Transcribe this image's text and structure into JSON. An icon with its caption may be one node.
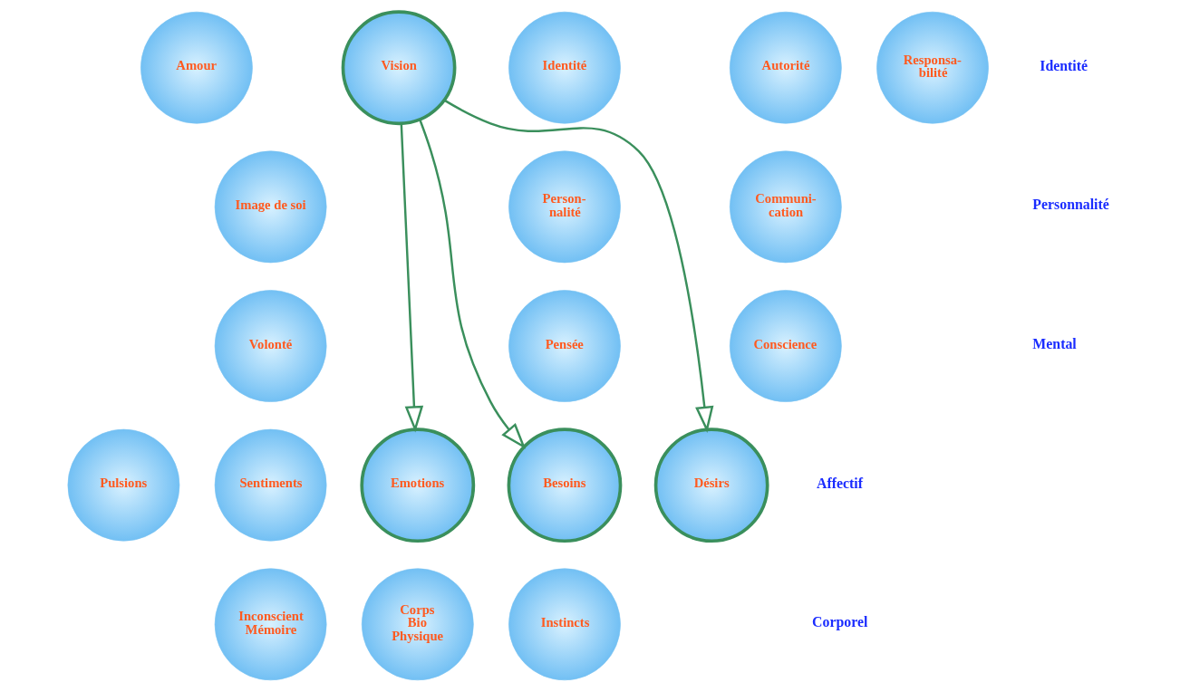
{
  "diagram": {
    "nodes": [
      {
        "text": [
          "Amour"
        ]
      },
      {
        "text": [
          "Vision"
        ]
      },
      {
        "text": [
          "Identité"
        ]
      },
      {
        "text": [
          "Autorité"
        ]
      },
      {
        "text": [
          "Responsa- bilité"
        ]
      },
      {
        "text": [
          "Image de soi"
        ]
      },
      {
        "text": [
          "Person- nalité"
        ]
      },
      {
        "text": [
          "Communi- cation"
        ]
      },
      {
        "text": [
          "Volonté"
        ]
      },
      {
        "text": [
          "Pensée"
        ]
      },
      {
        "text": [
          "Conscience"
        ]
      },
      {
        "text": [
          "Pulsions"
        ]
      },
      {
        "text": [
          "Sentiments"
        ]
      },
      {
        "text": [
          "Emotions"
        ]
      },
      {
        "text": [
          "Besoins"
        ]
      },
      {
        "text": [
          "Désirs"
        ]
      },
      {
        "text": [
          "Inconscient Mémoire"
        ]
      },
      {
        "text": [
          "Corps Bio Physique"
        ]
      },
      {
        "text": [
          "Instincts"
        ]
      }
    ],
    "edges": [
      {
        "from": 1,
        "to": 13,
        "arrow": "to"
      },
      {
        "from": 1,
        "to": 14,
        "arrow": "to"
      },
      {
        "from": 1,
        "to": 15,
        "arrow": "to"
      }
    ],
    "labels": [
      "Identité",
      "Personnalité",
      "Mental",
      "Affectif",
      "Corporel"
    ]
  }
}
